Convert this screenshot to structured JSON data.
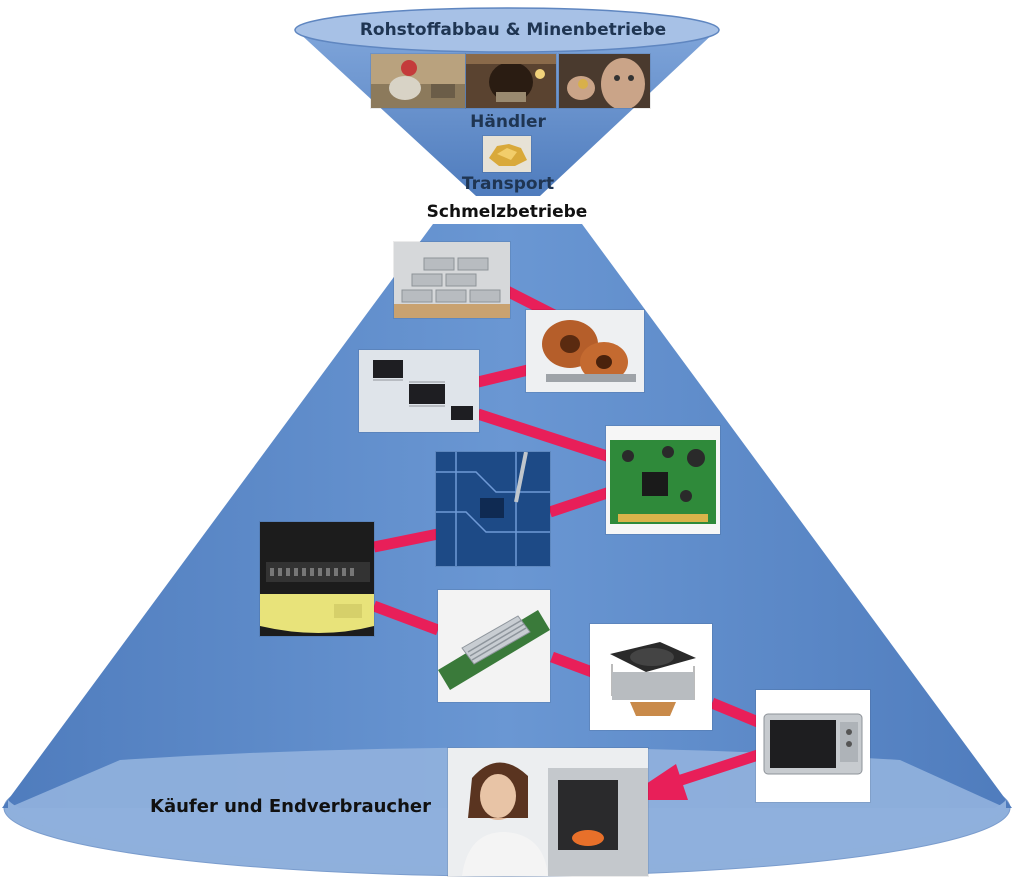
{
  "labels": {
    "top": "Rohstoffabbau & Minenbetriebe",
    "traders": "Händler",
    "transport": "Transport",
    "smelters": "Schmelzbetriebe",
    "consumers": "Käufer und Endverbraucher"
  },
  "colors": {
    "cone": "#5a87c8",
    "cone_edge": "#3f6aa8",
    "ellipse": "#8fb0dc",
    "connector": "#e81f59"
  },
  "icons": [
    "mining-worker-photo",
    "mine-tunnel-photo",
    "miner-with-gold-photo",
    "gold-nugget-photo",
    "metal-ingots-photo",
    "copper-coil-photo",
    "microchips-photo",
    "circuit-board-photo",
    "motherboard-photo",
    "ide-cable-photo",
    "heatsink-board-photo",
    "cpu-cooler-photo",
    "microwave-photo",
    "woman-with-microwave-photo"
  ]
}
